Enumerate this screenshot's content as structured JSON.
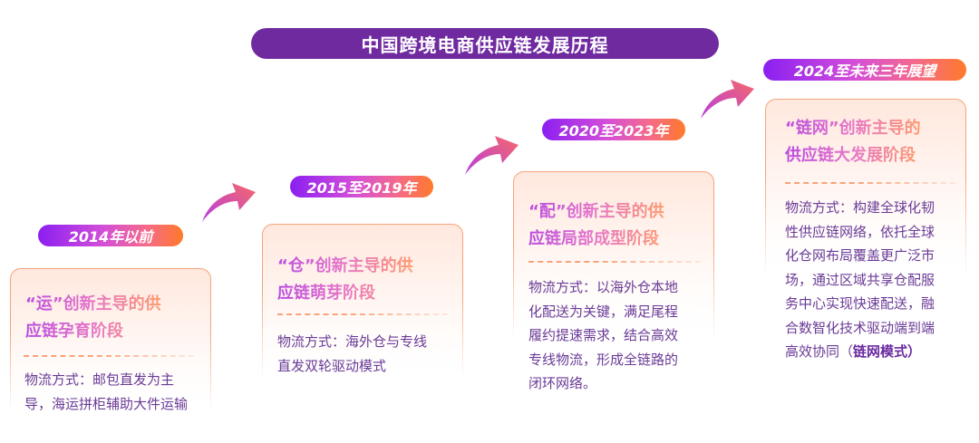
{
  "title": "中国跨境电商供应链发展历程",
  "stages": [
    {
      "period": "2014年以前",
      "heading_line1": "“运”创新主导的供",
      "heading_line2": "应链孕育阶段",
      "body": [
        "物流方式：邮包直发为主",
        "导，海运拼柜辅助大件运输"
      ]
    },
    {
      "period": "2015至2019年",
      "heading_line1": "“仓”创新主导的供",
      "heading_line2": "应链萌芽阶段",
      "body": [
        "物流方式：海外仓与专线",
        "直发双轮驱动模式"
      ]
    },
    {
      "period": "2020至2023年",
      "heading_line1": "“配”创新主导的供",
      "heading_line2": "应链局部成型阶段",
      "body": [
        "物流方式：以海外仓本地",
        "化配送为关键，满足尾程",
        "履约提速需求，结合高效",
        "专线物流，形成全链路的",
        "闭环网络。"
      ]
    },
    {
      "period": "2024至未来三年展望",
      "heading_line1": "“链网”创新主导的",
      "heading_line2": "供应链大发展阶段",
      "body": [
        "物流方式：构建全球化韧",
        "性供应链网络，依托全球",
        "化仓网布局覆盖更广泛市",
        "场，通过区域共享仓配服",
        "务中心实现快速配送，融",
        "合数智化技术驱动端到端",
        "高效协同（"
      ],
      "body_emphasis": "链网模式）"
    }
  ],
  "colors": {
    "title_bg": "#6f2aa0",
    "pill_start": "#8b1ff2",
    "pill_end": "#ff7a2a",
    "card_border": "#f7a37a",
    "body_text": "#6a3a96"
  }
}
